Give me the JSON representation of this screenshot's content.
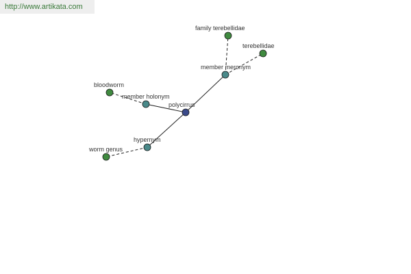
{
  "banner": {
    "url": "http://www.artikata.com"
  },
  "colors": {
    "center": "#3a4a8a",
    "relation": "#4a8a8a",
    "term": "#3f8a3f",
    "edge": "#222222"
  },
  "graph": {
    "nodes": [
      {
        "id": "polycirrus",
        "label": "polycirrus",
        "kind": "center"
      },
      {
        "id": "member-meronym",
        "label": "member meronym",
        "kind": "relation"
      },
      {
        "id": "member-holonym",
        "label": "member holonym",
        "kind": "relation"
      },
      {
        "id": "hypernym",
        "label": "hypernym",
        "kind": "relation"
      },
      {
        "id": "family-terebellidae",
        "label": "family terebellidae",
        "kind": "term"
      },
      {
        "id": "terebellidae",
        "label": "terebellidae",
        "kind": "term"
      },
      {
        "id": "bloodworm",
        "label": "bloodworm",
        "kind": "term"
      },
      {
        "id": "worm-genus",
        "label": "worm genus",
        "kind": "term"
      }
    ],
    "edges": [
      {
        "from": "polycirrus",
        "to": "member-meronym",
        "style": "solid"
      },
      {
        "from": "polycirrus",
        "to": "member-holonym",
        "style": "solid"
      },
      {
        "from": "polycirrus",
        "to": "hypernym",
        "style": "solid"
      },
      {
        "from": "member-meronym",
        "to": "family-terebellidae",
        "style": "dashed"
      },
      {
        "from": "member-meronym",
        "to": "terebellidae",
        "style": "dashed"
      },
      {
        "from": "member-holonym",
        "to": "bloodworm",
        "style": "dashed"
      },
      {
        "from": "hypernym",
        "to": "worm-genus",
        "style": "dashed"
      }
    ]
  }
}
